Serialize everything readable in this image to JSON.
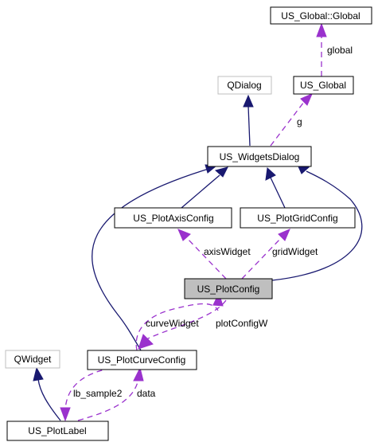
{
  "nodes": {
    "us_global_global": "US_Global::Global",
    "qdialog": "QDialog",
    "us_global": "US_Global",
    "us_widgetsdialog": "US_WidgetsDialog",
    "us_plotaxisconfig": "US_PlotAxisConfig",
    "us_plotgridconfig": "US_PlotGridConfig",
    "us_plotconfig": "US_PlotConfig",
    "qwidget": "QWidget",
    "us_plotcurveconfig": "US_PlotCurveConfig",
    "us_plotlabel": "US_PlotLabel"
  },
  "edge_labels": {
    "global": "global",
    "g": "g",
    "axisWidget": "axisWidget",
    "gridWidget": "gridWidget",
    "curveWidget": "curveWidget",
    "plotConfigW": "plotConfigW",
    "lb_sample2": "lb_sample2",
    "data": "data"
  },
  "colors": {
    "inheritance": "#191970",
    "usage": "#9a32cd",
    "focus_fill": "#bfbfbf",
    "external_border": "#bfbfbf"
  }
}
